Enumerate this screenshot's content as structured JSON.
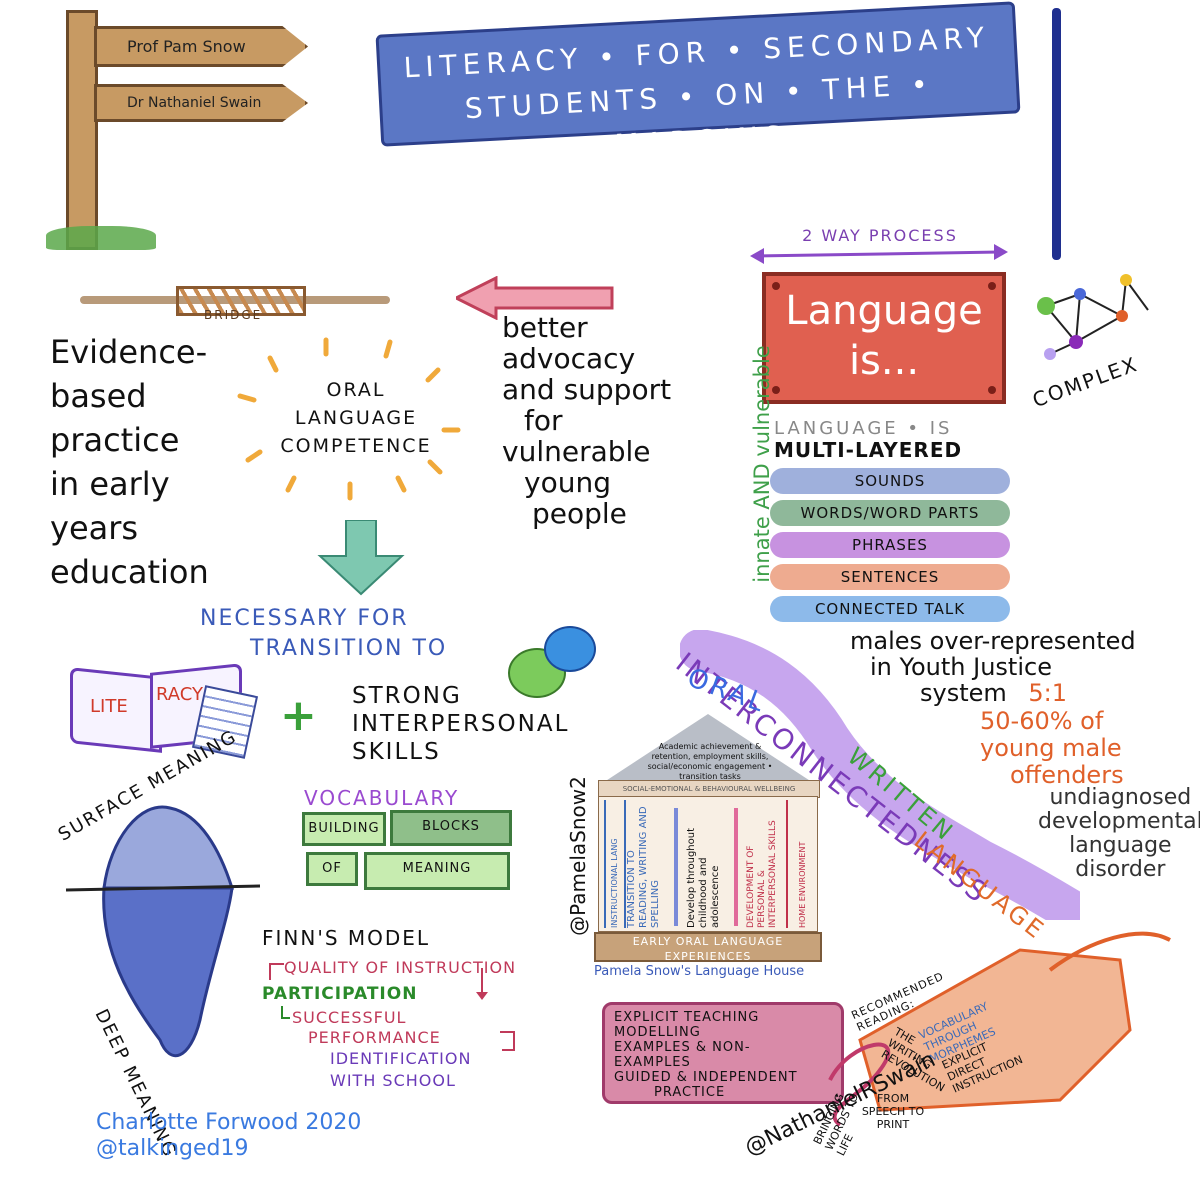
{
  "signpost": {
    "sign1": "Prof Pam Snow",
    "sign2": "Dr Nathaniel Swain"
  },
  "banner": {
    "line1": "LITERACY • FOR • SECONDARY",
    "line2": "STUDENTS • ON • THE • MARGINS"
  },
  "bridge": {
    "label": "BRIDGE"
  },
  "evidence": {
    "lines": [
      "Evidence-",
      "based",
      "practice",
      "in early",
      "years",
      "education"
    ]
  },
  "oral_competence": {
    "line1": "ORAL",
    "line2": "LANGUAGE",
    "line3": "COMPETENCE"
  },
  "advocacy": {
    "lines": [
      "better",
      "advocacy",
      "and support",
      "for",
      "vulnerable",
      "young",
      "people"
    ]
  },
  "two_way": "2 WAY PROCESS",
  "language_box": {
    "line1": "Language",
    "line2": "is..."
  },
  "complex": "COMPLEX",
  "innate": "innate AND vulnerable",
  "multi_layered": {
    "line1": "LANGUAGE • IS",
    "line2": "MULTI-LAYERED"
  },
  "layers": [
    {
      "label": "SOUNDS",
      "color": "#9fb0dc"
    },
    {
      "label": "WORDS/WORD PARTS",
      "color": "#8fb89a"
    },
    {
      "label": "PHRASES",
      "color": "#c792e0"
    },
    {
      "label": "SENTENCES",
      "color": "#eeab90"
    },
    {
      "label": "CONNECTED TALK",
      "color": "#8dbaea"
    }
  ],
  "necessary": {
    "line1": "NECESSARY FOR",
    "line2": "TRANSITION TO"
  },
  "literacy_book": {
    "left": "LITE",
    "right": "RACY"
  },
  "plus": "+",
  "strong": {
    "line1": "STRONG",
    "line2": "INTERPERSONAL",
    "line3": "SKILLS"
  },
  "interconnected": {
    "word": "INTERCONNECTEDNESS",
    "oral": "ORAL",
    "written": "WRITTEN",
    "language": "LANGUAGE"
  },
  "males": {
    "line1": "males over-represented",
    "line2": "in Youth Justice",
    "line3": "system",
    "ratio": "5:1"
  },
  "offenders": {
    "line1": "50-60% of",
    "line2": "young male",
    "line3": "offenders"
  },
  "undiagnosed": {
    "lines": [
      "undiagnosed",
      "developmental",
      "language",
      "disorder"
    ]
  },
  "iceberg": {
    "surface": "SURFACE MEANING",
    "deep": "DEEP MEANING"
  },
  "vocabulary": {
    "title": "VOCABULARY",
    "b1": "BUILDING",
    "b2": "BLOCKS",
    "b3": "OF",
    "b4": "MEANING"
  },
  "house": {
    "roof": "Academic achievement & retention, employment skills, social/economic engagement • transition tasks",
    "band": "SOCIAL-EMOTIONAL & BEHAVIOURAL WELLBEING",
    "cols": [
      "INSTRUCTIONAL LANG",
      "TRANSITION TO READING, WRITING AND SPELLING",
      "Develop throughout childhood and adolescence",
      "DEVELOPMENT OF PERSONAL & INTERPERSONAL SKILLS",
      "HOME ENVIRONMENT"
    ],
    "base": "EARLY ORAL LANGUAGE EXPERIENCES",
    "caption": "Pamela Snow's Language House",
    "handle": "@PamelaSnow2"
  },
  "finn": {
    "title": "FINN'S MODEL",
    "quality": "QUALITY OF INSTRUCTION",
    "participation": "PARTICIPATION",
    "successful1": "SUCCESSFUL",
    "successful2": "PERFORMANCE",
    "ident1": "IDENTIFICATION",
    "ident2": "WITH SCHOOL"
  },
  "explicit": {
    "lines": [
      "EXPLICIT TEACHING",
      "MODELLING",
      "EXAMPLES & NON-",
      "EXAMPLES",
      "GUIDED & INDEPENDENT",
      "PRACTICE"
    ]
  },
  "recommended": {
    "title": "RECOMMENDED READING:",
    "vocab": "VOCABULARY THROUGH MORPHEMES",
    "writing": "THE WRITING REVOLUTION",
    "explicit": "EXPLICIT DIRECT INSTRUCTION",
    "bringing": "BRINGING WORDS TO LIFE",
    "speech": "FROM SPEECH TO PRINT"
  },
  "nathaniel_handle": "@NathanielRSwain",
  "credit": {
    "line1": "Charlotte Forwood 2020",
    "line2": "@talkinged19"
  }
}
